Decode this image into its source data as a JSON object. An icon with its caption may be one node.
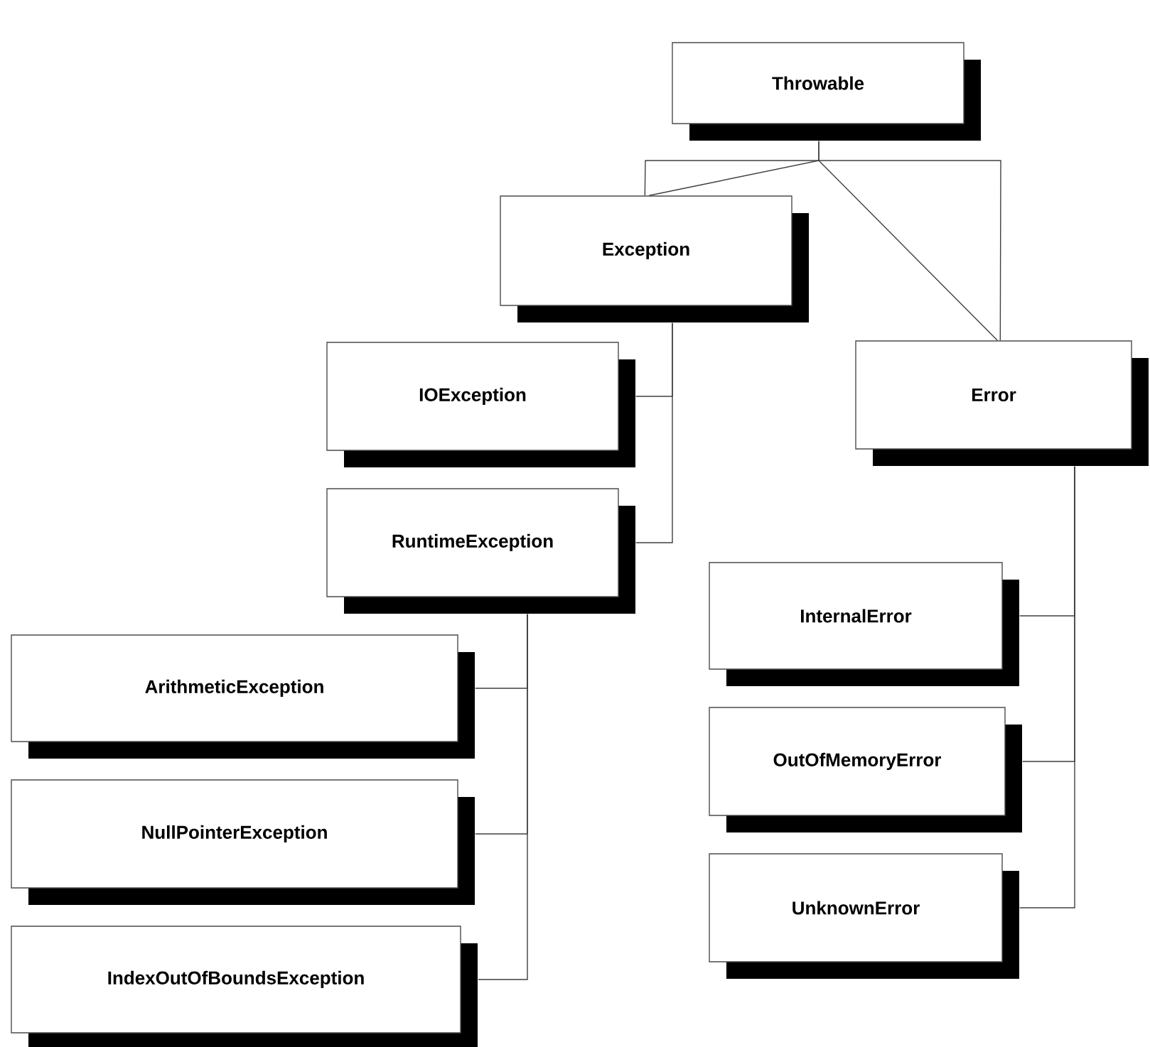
{
  "diagram": {
    "nodes": [
      {
        "text": [
          "Throwable"
        ]
      },
      {
        "text": [
          "Exception"
        ]
      },
      {
        "text": [
          "Error"
        ]
      },
      {
        "text": [
          "IOException"
        ]
      },
      {
        "text": [
          "RuntimeException"
        ]
      },
      {
        "text": [
          "ArithmeticException"
        ]
      },
      {
        "text": [
          "NullPointerException"
        ]
      },
      {
        "text": [
          "IndexOutOfBoundsException"
        ]
      },
      {
        "text": [
          "InternalError"
        ]
      },
      {
        "text": [
          "OutOfMemoryError"
        ]
      },
      {
        "text": [
          "UnknownError"
        ]
      }
    ],
    "edges": [
      {
        "from": 0,
        "to": 1,
        "arrow": "none"
      },
      {
        "from": 0,
        "to": 2,
        "arrow": "none"
      },
      {
        "from": 1,
        "to": 2,
        "arrow": "none"
      },
      {
        "from": 1,
        "to": 3,
        "arrow": "none"
      },
      {
        "from": 1,
        "to": 4,
        "arrow": "none"
      },
      {
        "from": 4,
        "to": 5,
        "arrow": "none"
      },
      {
        "from": 4,
        "to": 6,
        "arrow": "none"
      },
      {
        "from": 4,
        "to": 7,
        "arrow": "none"
      },
      {
        "from": 2,
        "to": 8,
        "arrow": "none"
      },
      {
        "from": 2,
        "to": 9,
        "arrow": "none"
      },
      {
        "from": 2,
        "to": 10,
        "arrow": "none"
      }
    ]
  }
}
